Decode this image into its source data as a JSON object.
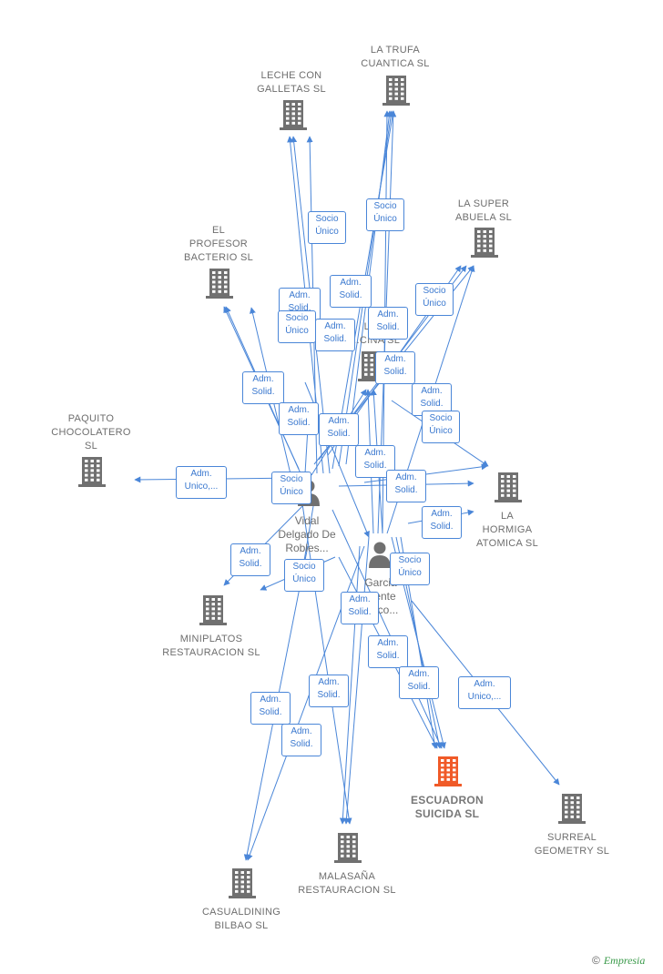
{
  "colors": {
    "edge": "#4a86d8",
    "building": "#707070",
    "highlight": "#f05a28",
    "person": "#707070",
    "brand": "#3a9a4a"
  },
  "companies": [
    {
      "id": "leche",
      "label": "LECHE CON\nGALLETAS  SL",
      "icon": "building-icon"
    },
    {
      "id": "trufa",
      "label": "LA TRUFA\nCUANTICA  SL",
      "icon": "building-icon"
    },
    {
      "id": "abuela",
      "label": "LA SUPER\nABUELA  SL",
      "icon": "building-icon"
    },
    {
      "id": "profesor",
      "label": "EL\nPROFESOR\nBACTERIO  SL",
      "icon": "building-icon"
    },
    {
      "id": "cocina",
      "label": "LU...\n...CINA  SL",
      "icon": "building-icon"
    },
    {
      "id": "paquito",
      "label": "PAQUITO\nCHOCOLATERO\nSL",
      "icon": "building-icon"
    },
    {
      "id": "hormiga",
      "label": "LA\nHORMIGA\nATOMICA  SL",
      "icon": "building-icon"
    },
    {
      "id": "miniplatos",
      "label": "MINIPLATOS\nRESTAURACION SL",
      "icon": "building-icon"
    },
    {
      "id": "escuadron",
      "label": "ESCUADRON\nSUICIDA  SL",
      "icon": "building-icon",
      "highlight": true
    },
    {
      "id": "surreal",
      "label": "SURREAL\nGEOMETRY  SL",
      "icon": "building-icon"
    },
    {
      "id": "malasana",
      "label": "MALASAÑA\nRESTAURACION SL",
      "icon": "building-icon"
    },
    {
      "id": "casual",
      "label": "CASUALDINING\nBILBAO  SL",
      "icon": "building-icon"
    }
  ],
  "persons": [
    {
      "id": "vidal",
      "label": "Vidal\nDelgado De\nRobles...",
      "icon": "person-icon"
    },
    {
      "id": "garcia",
      "label": "Garcia\n...ente\n...sco...",
      "icon": "person-icon"
    }
  ],
  "relations": [
    "Socio\nÚnico",
    "Socio\nÚnico",
    "Adm.\nSolid.",
    "Adm.\nSolid.",
    "Socio\nÚnico",
    "Adm.\nSolid.",
    "Socio\nÚnico",
    "Adm.\nSolid.",
    "Adm.\nSolid.",
    "Adm.\nSolid.",
    "Adm.\nSolid.",
    "Adm.\nSolid.",
    "Adm.\nSolid.",
    "Socio\nÚnico",
    "Adm.\nUnico,...",
    "Socio\nÚnico",
    "Adm.\nSolid.",
    "Adm.\nSolid.",
    "Adm.\nSolid.",
    "Adm.\nSolid.",
    "Socio\nÚnico",
    "Socio\nÚnico",
    "Adm.\nSolid.",
    "Adm.\nSolid.",
    "Adm.\nSolid.",
    "Adm.\nUnico,...",
    "Adm.\nSolid.",
    "Adm.\nSolid.",
    "Adm.\nSolid."
  ],
  "footer": {
    "copyright": "©",
    "brand": "Empresia"
  }
}
